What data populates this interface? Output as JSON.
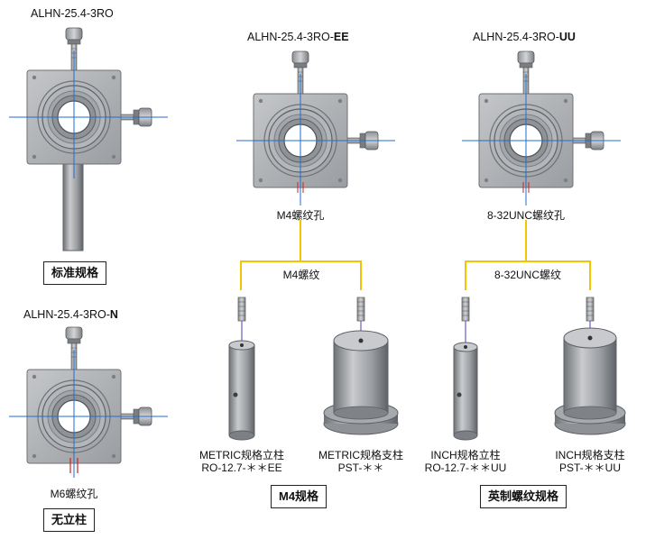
{
  "models": {
    "m1": "ALHN-25.4-3RO",
    "m2_base": "ALHN-25.4-3RO-",
    "m2_suffix": "EE",
    "m3_base": "ALHN-25.4-3RO-",
    "m3_suffix": "UU",
    "m4_base": "ALHN-25.4-3RO-",
    "m4_suffix": "N"
  },
  "holes": {
    "m4": "M4螺纹孔",
    "unc": "8-32UNC螺纹孔",
    "m6": "M6螺纹孔"
  },
  "threads": {
    "m4": "M4螺纹",
    "unc": "8-32UNC螺纹"
  },
  "posts": {
    "metric_post_name": "METRIC规格立柱",
    "metric_post_code": "RO-12.7-＊＊EE",
    "metric_stand_name": "METRIC规格支柱",
    "metric_stand_code": "PST-＊＊",
    "inch_post_name": "INCH规格立柱",
    "inch_post_code": "RO-12.7-＊＊UU",
    "inch_stand_name": "INCH规格支柱",
    "inch_stand_code": "PST-＊＊UU"
  },
  "boxes": {
    "standard": "标准规格",
    "no_post": "无立柱",
    "m4": "M4规格",
    "imperial": "英制螺纹规格"
  },
  "colors": {
    "bracket": "#f2c500",
    "crosshair": "#1e6fd0",
    "thread_mark": "#cc2222",
    "metal": "#a9acb0"
  }
}
